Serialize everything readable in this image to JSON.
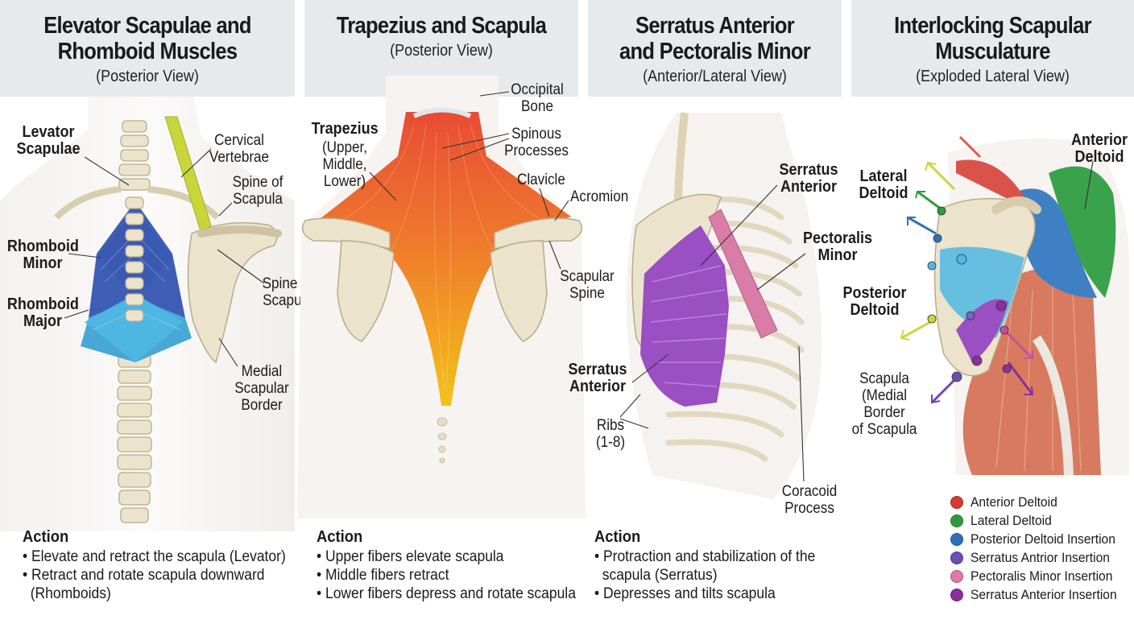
{
  "panels": [
    {
      "title_lines": [
        "Elevator Scapulae and",
        "Rhomboid Muscles"
      ],
      "subtitle": "(Posterior View)",
      "labels": {
        "levator": [
          "Levator",
          "Scapulae"
        ],
        "cervical": [
          "Cervical",
          "Vertebrae"
        ],
        "spine_top": [
          "Spine of",
          "Scapula"
        ],
        "rh_minor": [
          "Rhomboid",
          "Minor"
        ],
        "rh_major": [
          "Rhomboid",
          "Major"
        ],
        "spine_mid": [
          "Spine of",
          "Scapula"
        ],
        "medial": [
          "Medial",
          "Scapular",
          "Border"
        ]
      },
      "action_title": "Action",
      "action_items": [
        "• Elevate and retract the scapula (Levator)",
        "• Retract and rotate scapula downward",
        "  (Rhomboids)"
      ]
    },
    {
      "title_lines": [
        "Trapezius and Scapula"
      ],
      "subtitle": "(Posterior View)",
      "labels": {
        "occipital": [
          "Occipital",
          "Bone"
        ],
        "trapezius_name": "Trapezius",
        "trapezius_parts": [
          "(Upper,",
          "Middle,",
          "Lower)"
        ],
        "spinous": [
          "Spinous",
          "Processes"
        ],
        "clavicle": "Clavicle",
        "acromion": "Acromion",
        "scap_spine": [
          "Scapular",
          "Spine"
        ]
      },
      "action_title": "Action",
      "action_items": [
        "• Upper fibers elevate scapula",
        "• Middle fibers retract",
        "• Lower fibers depress and rotate scapula"
      ]
    },
    {
      "title_lines": [
        "Serratus Anterior",
        "and Pectoralis Minor"
      ],
      "subtitle": "(Anterior/Lateral View)",
      "labels": {
        "serratus_top": [
          "Serratus",
          "Anterior"
        ],
        "pec_minor": [
          "Pectoralis",
          "Minor"
        ],
        "serratus_bottom": [
          "Serratus",
          "Anterior"
        ],
        "ribs": [
          "Ribs",
          "(1-8)"
        ],
        "coracoid": [
          "Coracoid",
          "Process"
        ]
      },
      "action_title": "Action",
      "action_items": [
        "• Protraction and stabilization of the",
        "  scapula (Serratus)",
        "• Depresses and tilts scapula"
      ]
    },
    {
      "title_lines": [
        "Interlocking Scapular",
        "Musculature"
      ],
      "subtitle": "(Exploded Lateral View)",
      "labels": {
        "anterior_deltoid": [
          "Anterior",
          "Deltoid"
        ],
        "lateral_deltoid": [
          "Lateral",
          "Deltoid"
        ],
        "posterior_deltoid": [
          "Posterior",
          "Deltoid"
        ],
        "scapula": [
          "Scapula",
          "(Medial",
          "Border",
          "of Scapula"
        ]
      }
    }
  ],
  "legend": [
    {
      "label": "Anterior Deltoid",
      "color": "#d93a2f"
    },
    {
      "label": "Lateral Deltoid",
      "color": "#2e9a3f"
    },
    {
      "label": "Posterior Deltoid Insertion",
      "color": "#2f6fb8"
    },
    {
      "label": "Serratus Antrior Insertion",
      "color": "#6a4fb3"
    },
    {
      "label": "Pectoralis Minor Insertion",
      "color": "#e07aa0"
    },
    {
      "label": "Serratus Anterior Insertion",
      "color": "#8a2f9c"
    }
  ],
  "colors": {
    "header_bg": "#e7eaec",
    "bone": "#ece3cc",
    "rhomboid_minor": "#3e5eb5",
    "rhomboid_major": "#47a8d8",
    "levator": "#c8d63a",
    "trapezius_upper": "#e8583a",
    "trapezius_lower": "#f2b01f",
    "serratus": "#9a4fc2",
    "pectoralis_minor": "#d97ca8"
  }
}
